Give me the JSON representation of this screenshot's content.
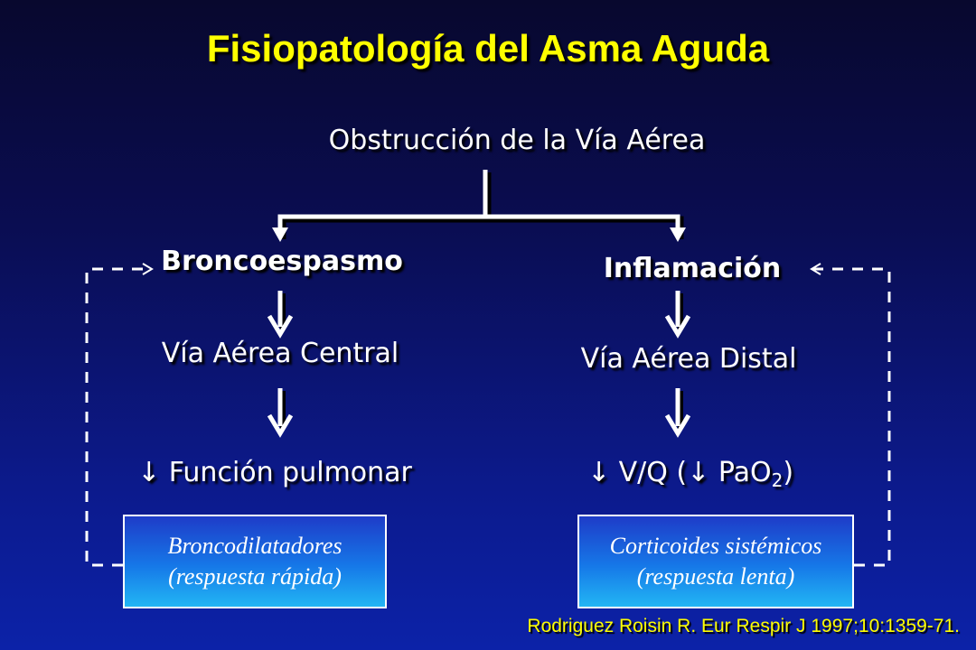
{
  "title": "Fisiopatología del Asma Aguda",
  "root": "Obstrucción de la Vía Aérea",
  "left": {
    "cause": "Broncoespasmo",
    "site": "Vía Aérea Central",
    "effect_arrow": "↓",
    "effect": "Función pulmonar",
    "treatment_line1": "Broncodilatadores",
    "treatment_line2": "(respuesta rápida)"
  },
  "right": {
    "cause": "Inflamación",
    "site": "Vía Aérea Distal",
    "effect_arrow": "↓",
    "effect_prefix": "V/Q (",
    "effect_arrow2": "↓",
    "effect_pao": "PaO",
    "effect_sub": "2",
    "effect_suffix": ")",
    "treatment_line1": "Corticoides sistémicos",
    "treatment_line2": "(respuesta lenta)"
  },
  "citation": "Rodriguez Roisin R.  Eur Respir J 1997;10:1359-71.",
  "colors": {
    "title": "#ffff00",
    "text": "#ffffff",
    "citation": "#ffff00",
    "box_top": "#1e3cc8",
    "box_bottom": "#22b6f4"
  }
}
